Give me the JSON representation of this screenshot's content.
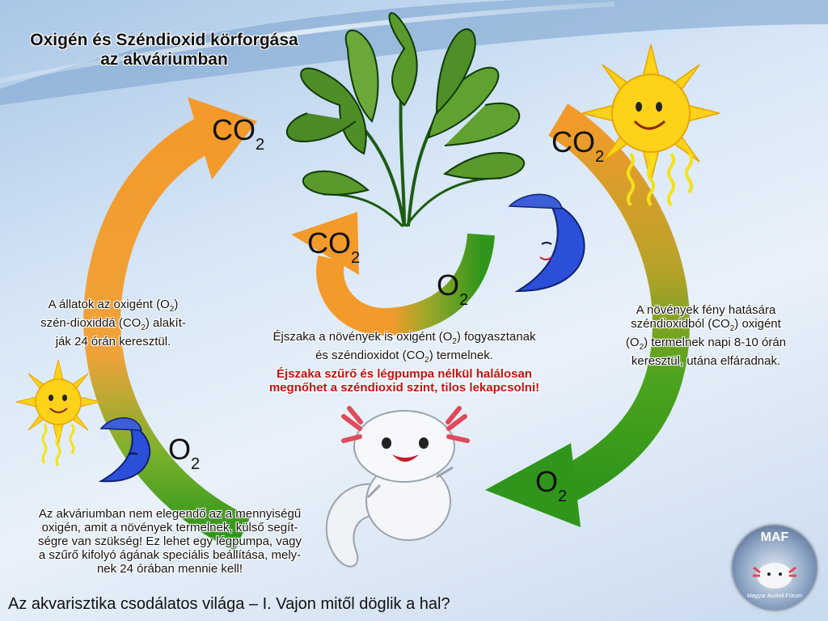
{
  "title": {
    "line1": "Oxigén és Széndioxid körforgása",
    "line2": "az akváriumban"
  },
  "labels": {
    "co2_base": "CO",
    "o2_base": "O",
    "subscript": "2"
  },
  "texts": {
    "animals": {
      "l1a": "A állatok az oxigént (O",
      "l1b": ")",
      "l2a": "szén-dioxiddá (CO",
      "l2b": ") alakít-",
      "l3": "ják 24 órán keresztül."
    },
    "plants": {
      "l1": "A növények fény hatására",
      "l2a": "széndioxidból (CO",
      "l2b": ") oxigént",
      "l3a": "(O",
      "l3b": ") termelnek napi 8-10 órán",
      "l4": "keresztül, utána elfáradnak."
    },
    "night": {
      "l1a": "Éjszaka a növények is oxigént (O",
      "l1b": ") fogyasztanak",
      "l2a": "és széndioxidot (CO",
      "l2b": ") termelnek.",
      "warn1": "Éjszaka szűrő és légpumpa nélkül halálosan",
      "warn2": "megnőhet a széndioxid szint, tilos lekapcsolni!"
    },
    "aquarium": {
      "l1": "Az akváriumban nem elegendő az a mennyiségű",
      "l2": "oxigén, amit a növények termelnek,  külső segít-",
      "l3": "ségre van szükség! Ez lehet egy légpumpa, vagy",
      "l4": "a szűrő kifolyó ágának speciális beállítása, mely-",
      "l5": "nek 24 órában mennie kell!"
    }
  },
  "footer": "Az akvarisztika csodálatos világa – I. Vajon mitől döglik a hal?",
  "logo": {
    "top": "MAF",
    "bottom": "Magyar Axolotl Fórum"
  },
  "colors": {
    "orange": "#f39a2b",
    "green": "#3b9a1c",
    "warn": "#c41010",
    "moon": "#2b4fd8",
    "sun": "#ffd21a"
  },
  "icons": [
    "sun-icon",
    "moon-icon",
    "plant-icon",
    "axolotl-icon"
  ]
}
